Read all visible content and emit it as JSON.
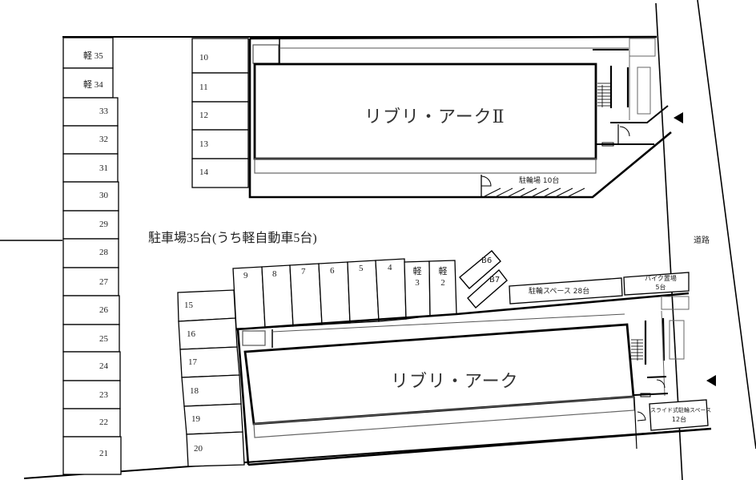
{
  "buildings": {
    "north": {
      "name": "リブリ・アークⅡ"
    },
    "south": {
      "name": "リブリ・アーク"
    }
  },
  "parking": {
    "summary": "駐車場35台(うち軽自動車5台)",
    "left_column": [
      "軽 35",
      "軽 34",
      "33",
      "32",
      "31",
      "30",
      "29",
      "28",
      "27",
      "26",
      "25",
      "24",
      "23",
      "22",
      "21"
    ],
    "middle_upper": [
      "10",
      "11",
      "12",
      "13",
      "14"
    ],
    "middle_lower": [
      "15",
      "16",
      "17",
      "18",
      "19",
      "20"
    ],
    "top_row": [
      "9",
      "8",
      "7",
      "6",
      "5",
      "4"
    ],
    "kei_row": [
      {
        "line1": "軽",
        "line2": "3"
      },
      {
        "line1": "軽",
        "line2": "2"
      }
    ]
  },
  "bikes": {
    "b6": "B6",
    "b7": "B7",
    "bike_parking_north": "駐輪場 10台",
    "bike_space_28": "駐輪スペース 28台",
    "motorbike_line1": "バイク置場",
    "motorbike_line2": "5台",
    "slide_line1": "スライド式駐輪スペース",
    "slide_line2": "12台"
  },
  "road": {
    "label": "道路"
  },
  "markers": {
    "entrance_symbol": "▲"
  }
}
